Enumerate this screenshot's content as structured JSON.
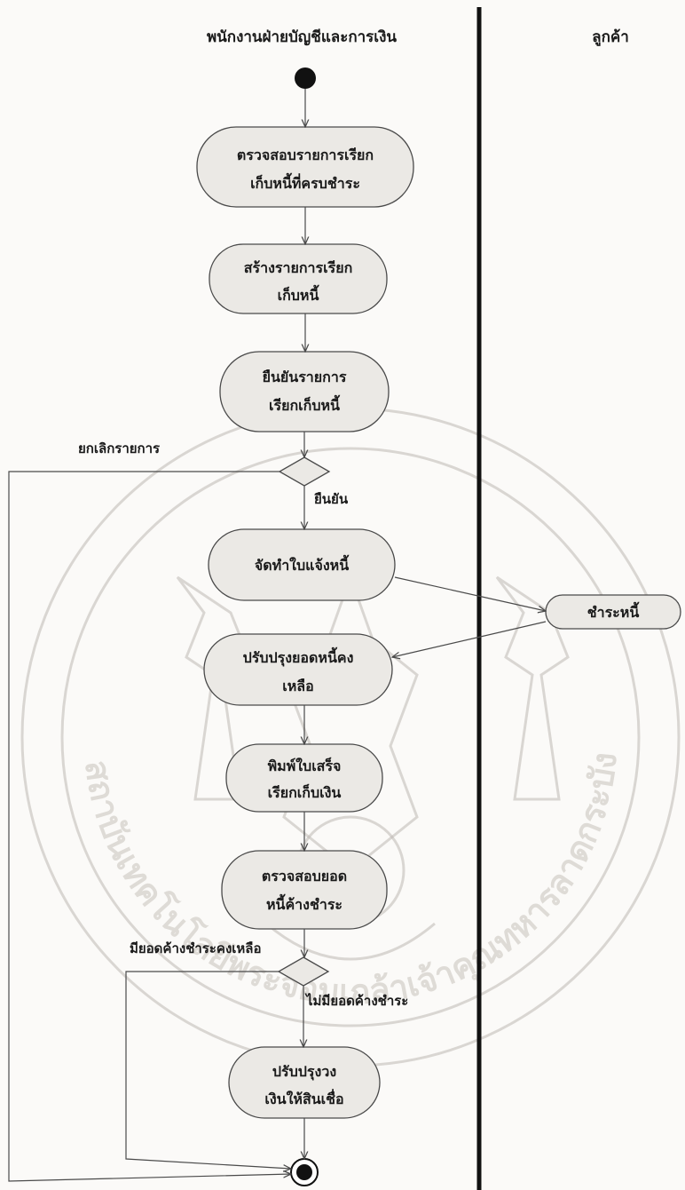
{
  "lanes": {
    "left_title": "พนักงานฝ่ายบัญชีและการเงิน",
    "right_title": "ลูกค้า"
  },
  "activities": {
    "check_due": [
      "ตรวจสอบรายการเรียก",
      "เก็บหนี้ที่ครบชำระ"
    ],
    "create_collection": [
      "สร้างรายการเรียก",
      "เก็บหนี้"
    ],
    "confirm_collection": [
      "ยืนยันรายการ",
      "เรียกเก็บหนี้"
    ],
    "prepare_invoice": [
      "จัดทำใบแจ้งหนี้"
    ],
    "pay_debt": [
      "ชำระหนี้"
    ],
    "update_balance": [
      "ปรับปรุงยอดหนี้คง",
      "เหลือ"
    ],
    "print_receipt": [
      "พิมพ์ใบเสร็จ",
      "เรียกเก็บเงิน"
    ],
    "check_outstanding": [
      "ตรวจสอบยอด",
      "หนี้ค้างชำระ"
    ],
    "update_credit": [
      "ปรับปรุงวง",
      "เงินให้สินเชื่อ"
    ]
  },
  "guards": {
    "cancel": "ยกเลิกรายการ",
    "confirm": "ยืนยัน",
    "has_outstanding": "มียอดค้างชำระคงเหลือ",
    "no_outstanding": "ไม่มียอดค้างชำระ"
  },
  "watermark": {
    "text": "สถาบันเทคโนโลยีพระจอมเกล้าเจ้าคุณทหารลาดกระบัง"
  },
  "colors": {
    "node_fill": "#ebe9e5",
    "stroke": "#4a4a4a",
    "divider": "#111111",
    "watermark": "#bdb8b2"
  }
}
